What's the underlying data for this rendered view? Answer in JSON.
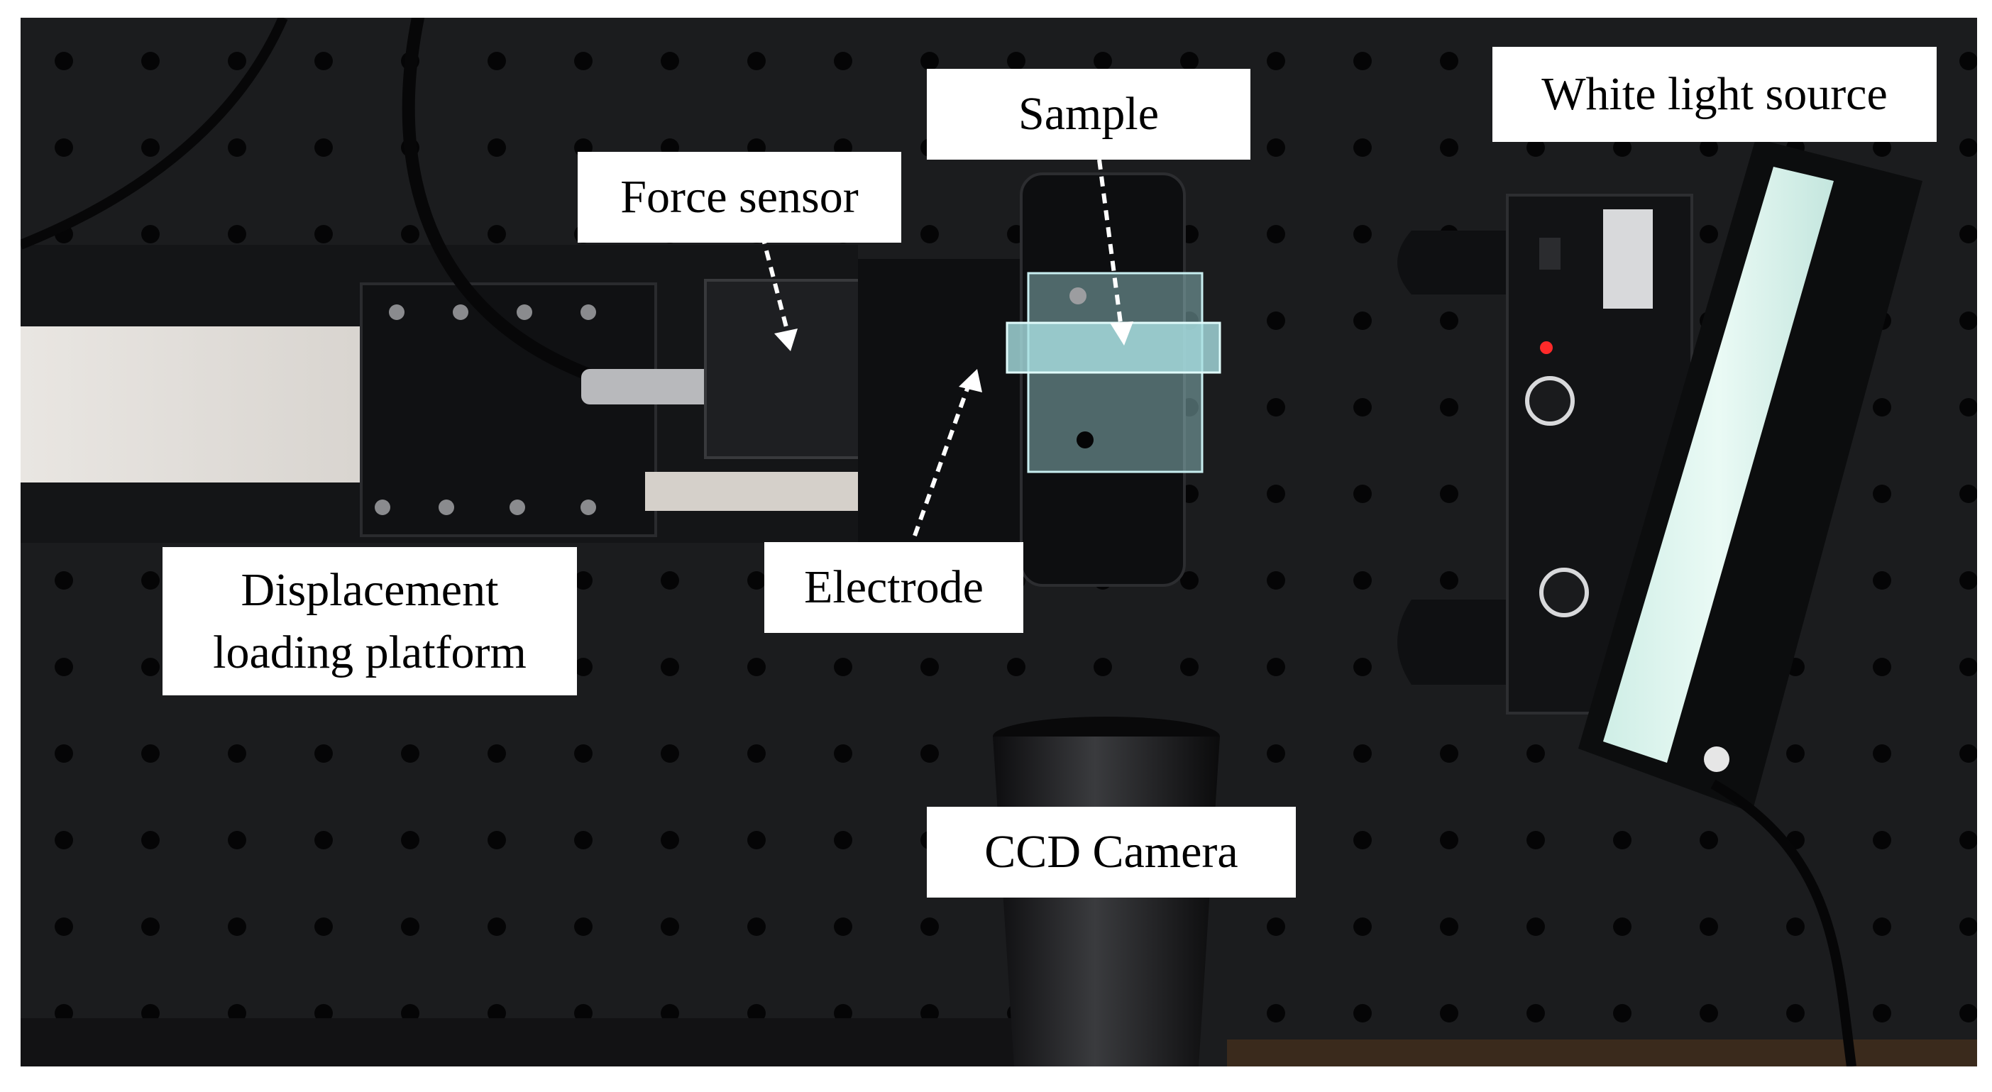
{
  "labels": {
    "white_light_source": "White light source",
    "sample": "Sample",
    "force_sensor": "Force sensor",
    "displacement_platform": "Displacement\nloading platform",
    "electrode": "Electrode",
    "ccd_camera": "CCD Camera"
  },
  "colors": {
    "table": "#1b1c1e",
    "hole": "#050506",
    "label_bg": "#ffffff",
    "label_text": "#000000",
    "glass": "#9fd6d9",
    "light_panel": "#dff3ee",
    "led": "#ff2a2a",
    "arrow": "#ffffff"
  }
}
